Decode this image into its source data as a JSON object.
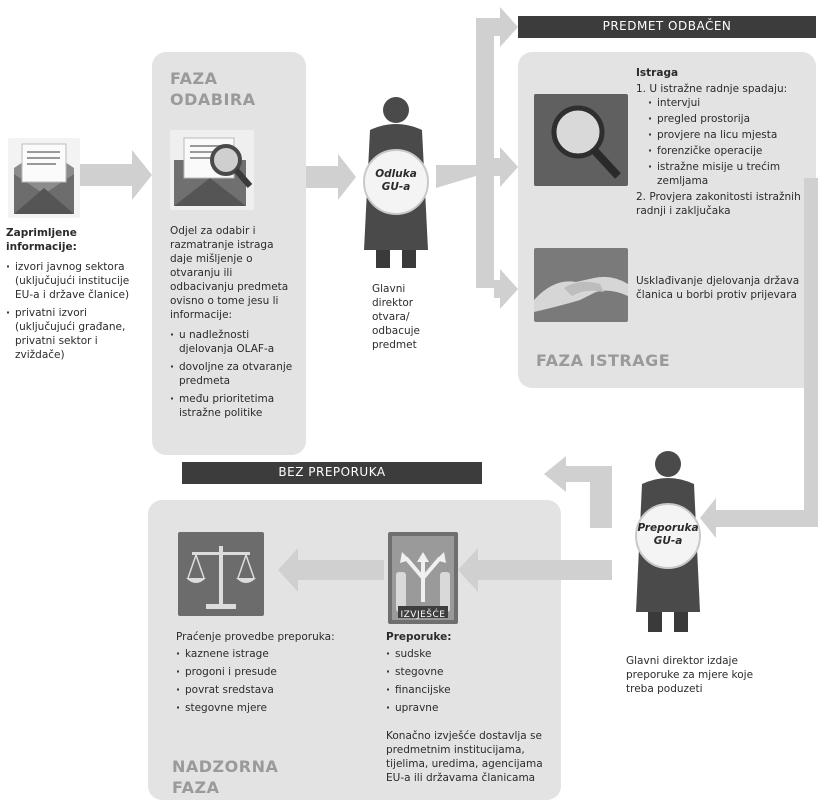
{
  "received": {
    "title": "Zaprimljene informacije:",
    "items": [
      "izvori javnog sektora (uključujući institucije EU-a i države članice)",
      "privatni izvori (uključujući građane, privatni sektor i zviždače)"
    ]
  },
  "selection": {
    "title_line1": "FAZA",
    "title_line2": "ODABIRA",
    "description": "Odjel za odabir i razmatranje istraga daje mišljenje o otvaranju ili odbacivanju predmeta ovisno o tome jesu li informacije:",
    "items": [
      "u nadležnosti djelovanja OLAF-a",
      "dovoljne za otvaranje predmeta",
      "među prioritetima istražne politike"
    ]
  },
  "decision": {
    "badge_line1": "Odluka",
    "badge_line2": "GU-a",
    "caption": "Glavni direktor otvara/ odbacuje predmet"
  },
  "dismissed_banner": "PREDMET ODBAČEN",
  "investigation": {
    "heading": "Istraga",
    "point1": "1. U istražne radnje spadaju:",
    "subitems": [
      "intervjui",
      "pregled prostorija",
      "provjere na licu mjesta",
      "forenzičke operacije",
      "istražne misije u trećim zemljama"
    ],
    "point2": "2. Provjera zakonitosti istražnih radnji i zaključaka",
    "coordination": "Usklađivanje djelovanja država članica u borbi protiv prijevara",
    "phase_title": "FAZA ISTRAGE"
  },
  "recommendation": {
    "badge_line1": "Preporuka",
    "badge_line2": "GU-a",
    "caption": "Glavni direktor izdaje preporuke za mjere koje treba poduzeti"
  },
  "no_recommendations_banner": "BEZ PREPORUKA",
  "report": {
    "label": "IZVJEŠĆE",
    "heading": "Preporuke:",
    "items": [
      "sudske",
      "stegovne",
      "financijske",
      "upravne"
    ],
    "final_note": "Konačno izvješće dostavlja se predmetnim institucijama, tijelima, uredima, agencijama EU-a ili državama članicama"
  },
  "monitoring": {
    "heading": "Praćenje provedbe preporuka:",
    "items": [
      "kaznene istrage",
      "progoni i presude",
      "povrat sredstava",
      "stegovne mjere"
    ],
    "phase_title_line1": "NADZORNA",
    "phase_title_line2": "FAZA"
  },
  "colors": {
    "panel": "#e3e3e3",
    "arrow": "#d0d0d0",
    "banner": "#3c3c3c",
    "phase_title": "#9a9a9a"
  }
}
